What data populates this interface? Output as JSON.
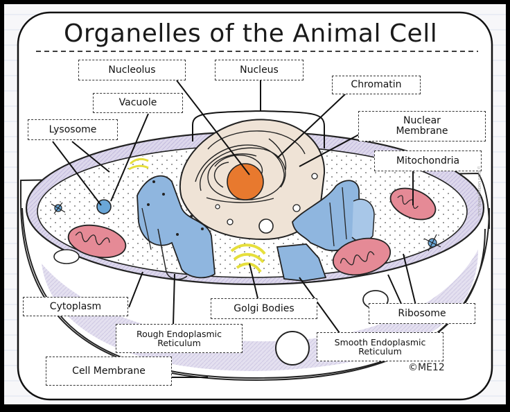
{
  "title": "Organelles of the Animal Cell",
  "copyright": "©ME12",
  "side_note": "©2015 Getting Nerdy, LLC",
  "labels": {
    "nucleolus": "Nucleolus",
    "nucleus": "Nucleus",
    "chromatin": "Chromatin",
    "vacuole": "Vacuole",
    "lysosome": "Lysosome",
    "nuclear_membrane": "Nuclear\nMembrane",
    "mitochondria": "Mitochondria",
    "cytoplasm": "Cytoplasm",
    "golgi_bodies": "Golgi Bodies",
    "ribosome": "Ribosome",
    "rough_er": "Rough Endoplasmic\nReticulum",
    "smooth_er": "Smooth Endoplasmic\nReticulum",
    "cell_membrane": "Cell Membrane"
  },
  "colors": {
    "nucleolus": "#e8792e",
    "nucleus": "#efe3d6",
    "er": "#8fb6df",
    "mitochondria": "#e58a96",
    "golgi": "#e6df3c",
    "cytoplasm": "#d9d4ea",
    "lysosome": "#6aa7d8"
  }
}
